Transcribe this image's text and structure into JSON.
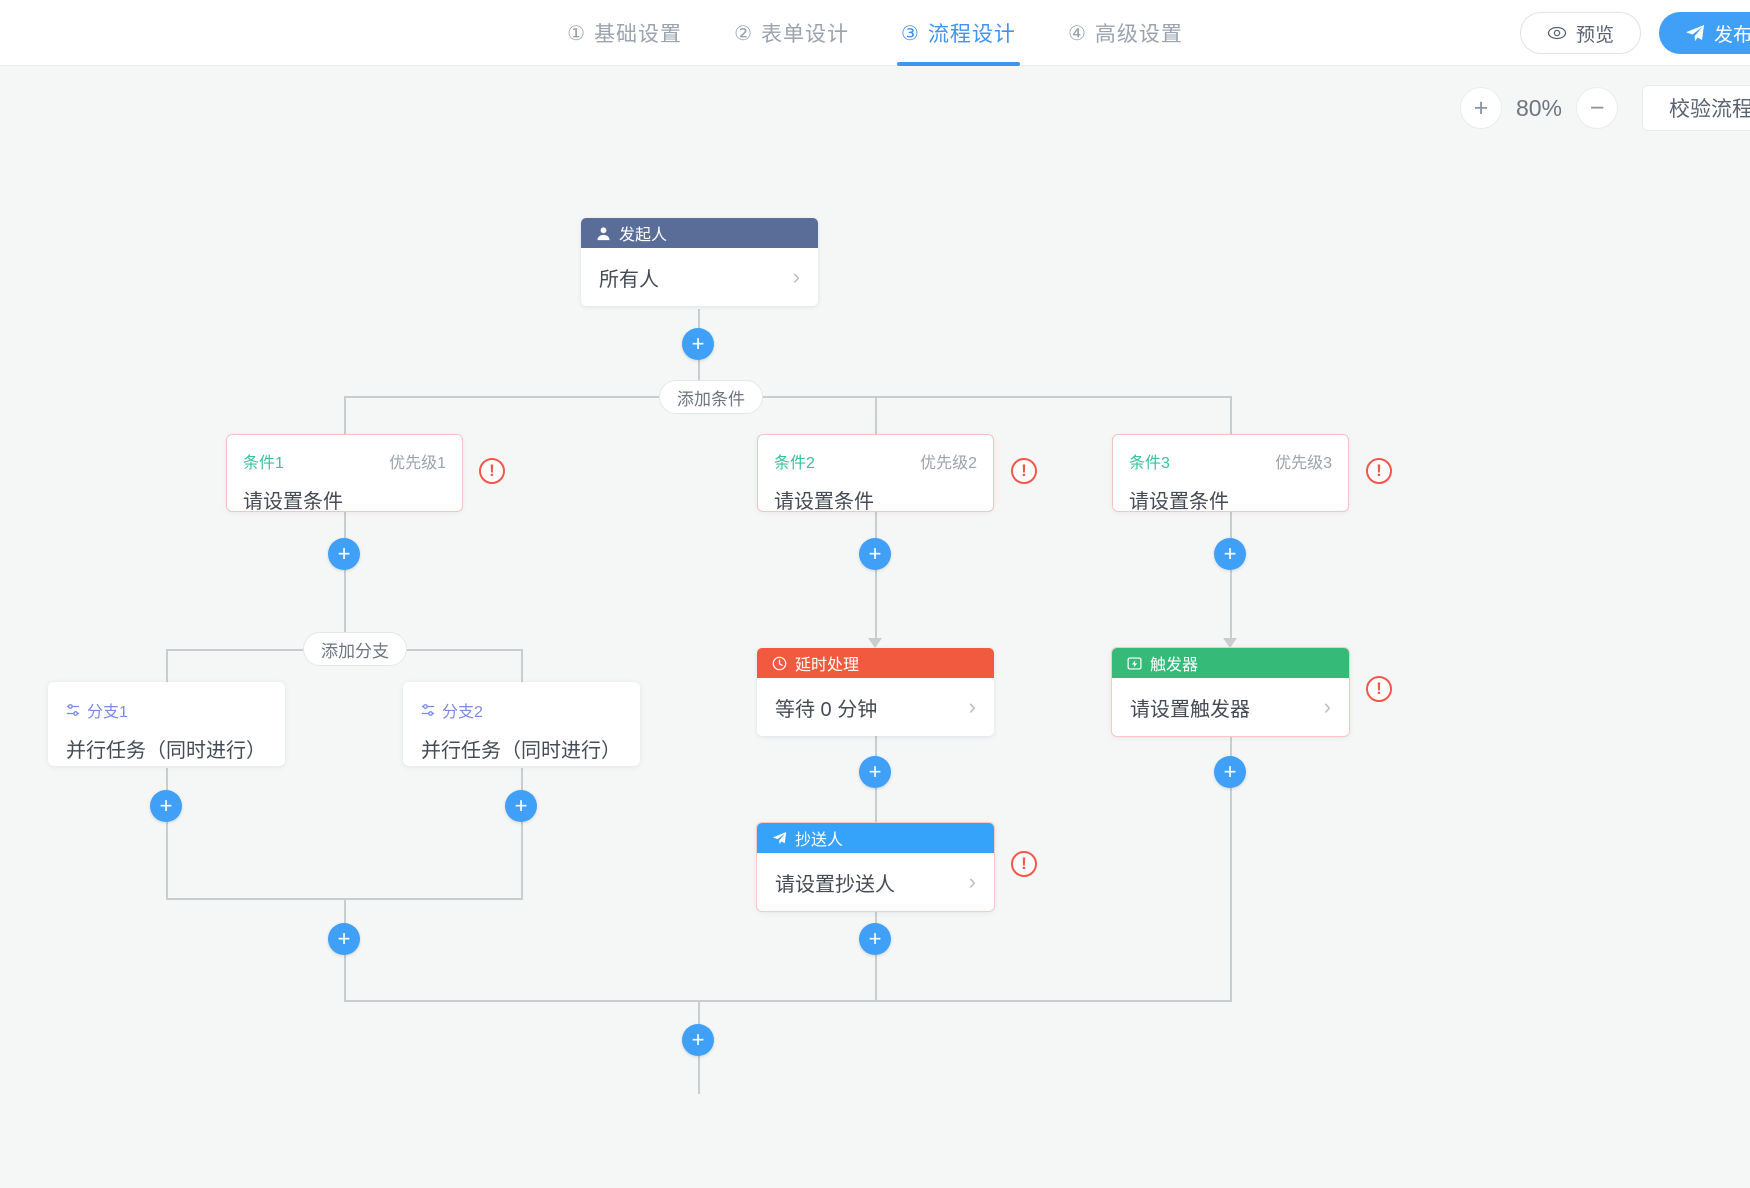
{
  "header": {
    "steps": [
      {
        "num": "①",
        "label": "基础设置",
        "active": false
      },
      {
        "num": "②",
        "label": "表单设计",
        "active": false
      },
      {
        "num": "③",
        "label": "流程设计",
        "active": true
      },
      {
        "num": "④",
        "label": "高级设置",
        "active": false
      }
    ],
    "preview_label": "预览",
    "publish_label": "发布",
    "preview_icon": "eye-icon",
    "publish_icon": "send-icon"
  },
  "toolbar": {
    "zoom_in_label": "+",
    "zoom_out_label": "−",
    "zoom_value": "80%",
    "validate_label": "校验流程"
  },
  "flow": {
    "add_condition_label": "添加条件",
    "add_branch_label": "添加分支",
    "plus_label": "+",
    "error_mark": "!",
    "initiator": {
      "title": "发起人",
      "icon": "user-icon",
      "value": "所有人",
      "chevron": "›"
    },
    "conditions": [
      {
        "name": "条件1",
        "priority": "优先级1",
        "value": "请设置条件",
        "error": true
      },
      {
        "name": "条件2",
        "priority": "优先级2",
        "value": "请设置条件",
        "error": true
      },
      {
        "name": "条件3",
        "priority": "优先级3",
        "value": "请设置条件",
        "error": true
      }
    ],
    "branches": [
      {
        "name": "分支1",
        "icon": "branch-icon",
        "value": "并行任务（同时进行）"
      },
      {
        "name": "分支2",
        "icon": "branch-icon",
        "value": "并行任务（同时进行）"
      }
    ],
    "delay": {
      "title": "延时处理",
      "icon": "clock-icon",
      "value": "等待 0 分钟",
      "chevron": "›"
    },
    "trigger": {
      "title": "触发器",
      "icon": "trigger-icon",
      "value": "请设置触发器",
      "chevron": "›",
      "error": true
    },
    "cc": {
      "title": "抄送人",
      "icon": "send-icon",
      "value": "请设置抄送人",
      "chevron": "›",
      "error": true
    }
  },
  "colors": {
    "accent": "#40a0f8",
    "initiator": "#5a6c98",
    "delay": "#f15a3e",
    "trigger": "#35ba77",
    "cc": "#36a3fa",
    "error": "#f5564a",
    "condition_name": "#38c39a",
    "branch_name": "#7a88e8"
  }
}
